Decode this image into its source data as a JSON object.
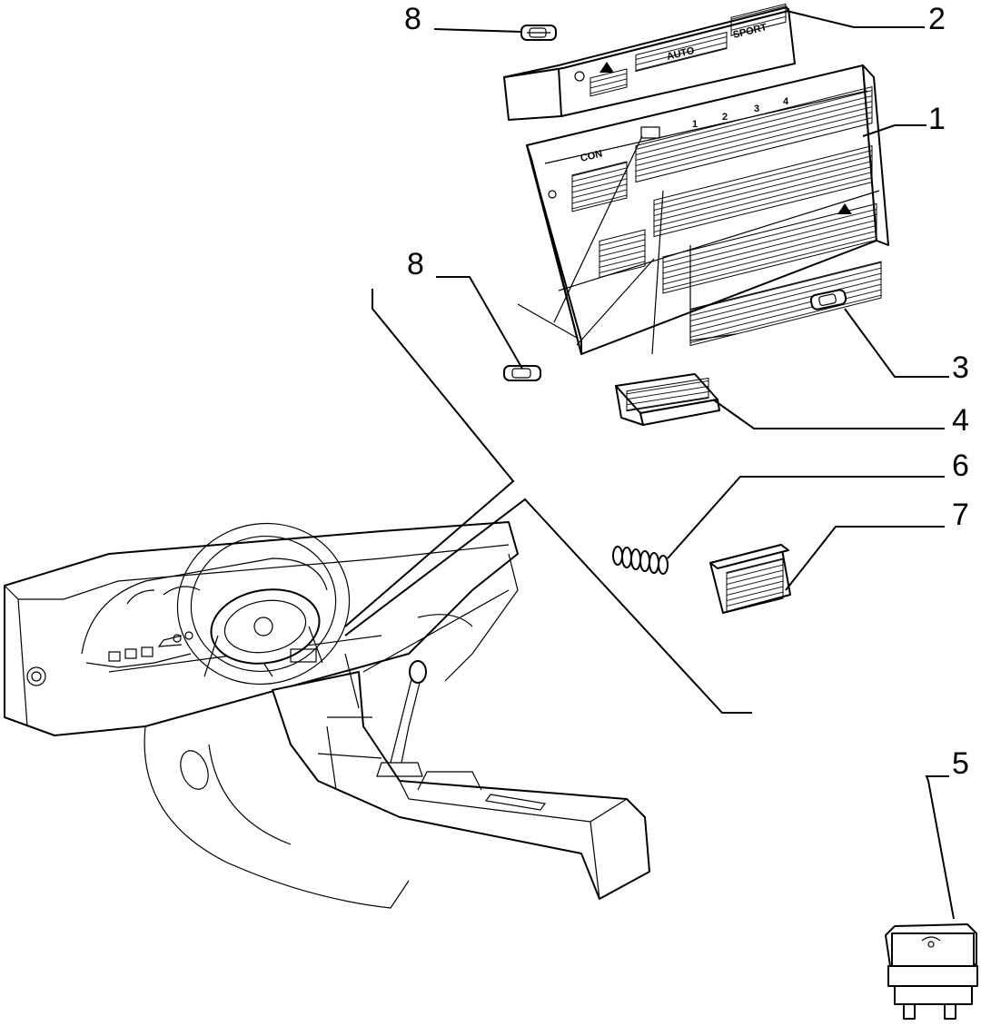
{
  "callouts": [
    {
      "id": "1",
      "text": "1"
    },
    {
      "id": "2",
      "text": "2"
    },
    {
      "id": "3",
      "text": "3"
    },
    {
      "id": "4",
      "text": "4"
    },
    {
      "id": "5",
      "text": "5"
    },
    {
      "id": "6",
      "text": "6"
    },
    {
      "id": "7",
      "text": "7"
    },
    {
      "id": "8a",
      "text": "8"
    },
    {
      "id": "8b",
      "text": "8"
    }
  ],
  "panel_labels": {
    "auto": "AUTO",
    "sport": "SPORT",
    "con": "CON",
    "n1": "1",
    "n2": "2",
    "n3": "3",
    "n4": "4"
  }
}
